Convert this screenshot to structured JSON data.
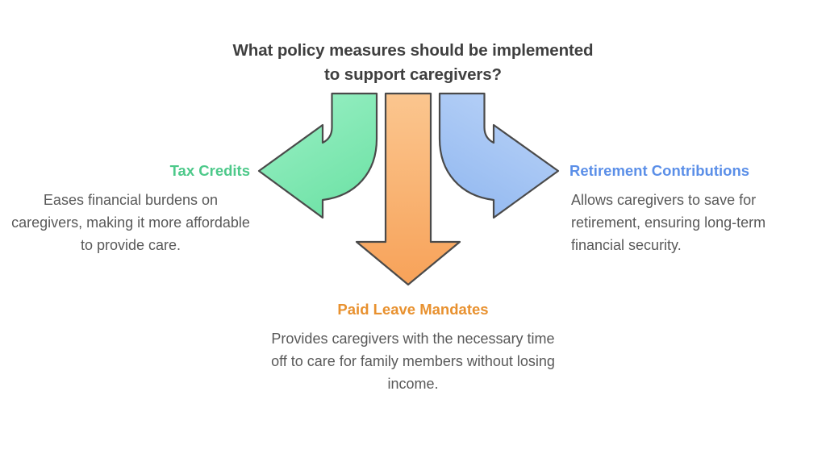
{
  "title": "What policy measures should be implemented to support caregivers?",
  "background_color": "#FFFFFF",
  "title_color": "#3F3F3F",
  "description_color": "#595959",
  "arrow_outline_color": "#4A4A4A",
  "chart_data": {
    "type": "diagram",
    "diagram_type": "three-way-split-arrow",
    "title": "What policy measures should be implemented to support caregivers?",
    "branch_count": 3,
    "branches": [
      {
        "id": "tax-credits",
        "direction": "left",
        "heading": "Tax Credits",
        "description": "Eases financial burdens on caregivers, making it more affordable to provide care.",
        "heading_color": "#4DC98A",
        "arrow_fill": "#7FE8B2",
        "arrow_fill_light": "#9CF0C6",
        "arrow_shape": "curved-left"
      },
      {
        "id": "paid-leave-mandates",
        "direction": "down",
        "heading": "Paid Leave Mandates",
        "description": "Provides caregivers with the necessary time off to care for family members without losing income.",
        "heading_color": "#E8912F",
        "arrow_fill": "#F9AE69",
        "arrow_fill_light": "#FBC68F",
        "arrow_shape": "straight-down"
      },
      {
        "id": "retirement-contributions",
        "direction": "right",
        "heading": "Retirement Contributions",
        "description": "Allows caregivers to save for retirement, ensuring long-term financial security.",
        "heading_color": "#5B8FE8",
        "arrow_fill": "#A3C4F3",
        "arrow_fill_light": "#BDD5F8",
        "arrow_shape": "curved-right"
      }
    ]
  }
}
